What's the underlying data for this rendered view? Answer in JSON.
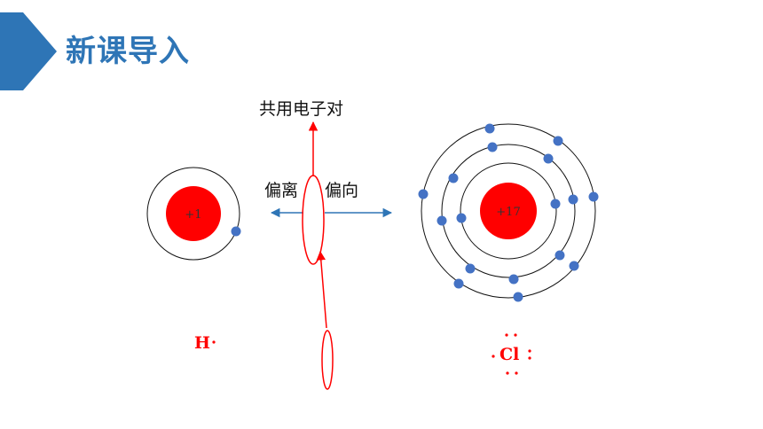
{
  "header": {
    "title": "新课导入",
    "accent_color": "#2e75b6"
  },
  "labels": {
    "shared_pair": "共用电子对",
    "deviate_away": "偏离",
    "deviate_toward": "偏向"
  },
  "atoms": {
    "hydrogen": {
      "nucleus_charge": "+1",
      "shell_electron_counts": [
        1
      ]
    },
    "chlorine": {
      "nucleus_charge": "+17",
      "shell_electron_counts": [
        2,
        8,
        7
      ]
    }
  },
  "electron_dot": {
    "hydrogen_symbol": "H",
    "chlorine_symbol": "Cl"
  },
  "colors": {
    "nucleus": "#ff0000",
    "electron": "#4472c4",
    "arrow_blue": "#2e75b6",
    "bond_red": "#ff0000"
  }
}
